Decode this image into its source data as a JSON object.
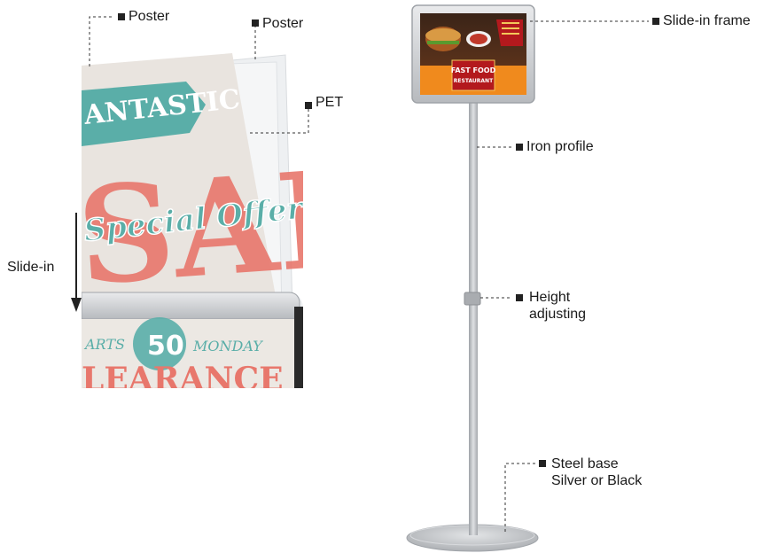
{
  "callouts": {
    "poster_front": "Poster",
    "poster_back": "Poster",
    "pet": "PET",
    "slide_in": "Slide-in",
    "slide_in_frame": "Slide-in frame",
    "iron_profile": "Iron profile",
    "height_adjusting_line1": "Height",
    "height_adjusting_line2": "adjusting",
    "steel_base_line1": "Steel base",
    "steel_base_line2": "Silver or Black"
  },
  "poster_art": {
    "ribbon": "ANTASTIC",
    "big_word": "SALE",
    "script": "Special Offer",
    "footer_left": "ARTS",
    "footer_badge": "50",
    "footer_right": "MONDAY",
    "footer_word": "LEARANCE"
  },
  "frame_ad": {
    "line1": "FAST FOOD",
    "line2": "RESTAURANT"
  },
  "colors": {
    "poster_bg": "#e9e4df",
    "ribbon": "#5aaea8",
    "sale_red": "#e8776c",
    "frame_silver": "#c9cbce",
    "ad_orange": "#f08a1d",
    "ad_red": "#b3191d",
    "pole": "#b9bcc0",
    "base": "#c4c7cb"
  }
}
